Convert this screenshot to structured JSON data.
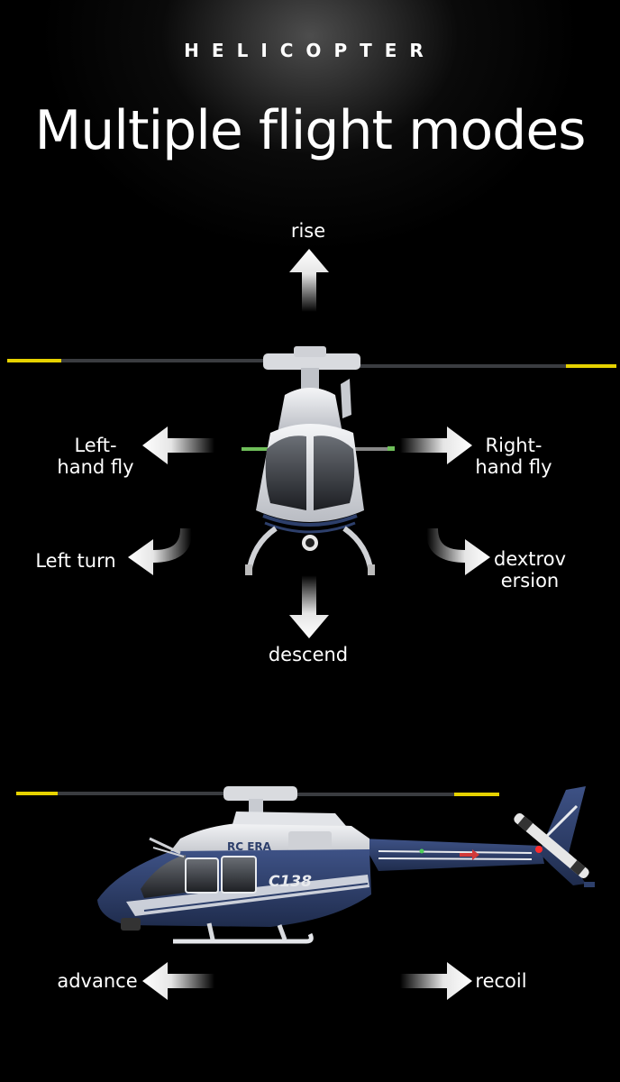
{
  "header": {
    "brand": "HELICOPTER",
    "title": "Multiple flight modes"
  },
  "front_view": {
    "modes": {
      "rise": "rise",
      "descend": "descend",
      "left_fly_line1": "Left-",
      "left_fly_line2": "hand fly",
      "right_fly_line1": "Right-",
      "right_fly_line2": "hand fly",
      "left_turn": "Left turn",
      "right_turn_line1": "dextrov",
      "right_turn_line2": "ersion"
    }
  },
  "side_view": {
    "brand_mark": "RC ERA",
    "model_code": "C138",
    "modes": {
      "advance": "advance",
      "recoil": "recoil"
    }
  },
  "colors": {
    "background": "#000000",
    "fuselage_blue": "#2d3f6b",
    "fuselage_white": "#e8eaee",
    "blade_tip_yellow": "#e6d200",
    "arrow_white": "#ffffff"
  }
}
